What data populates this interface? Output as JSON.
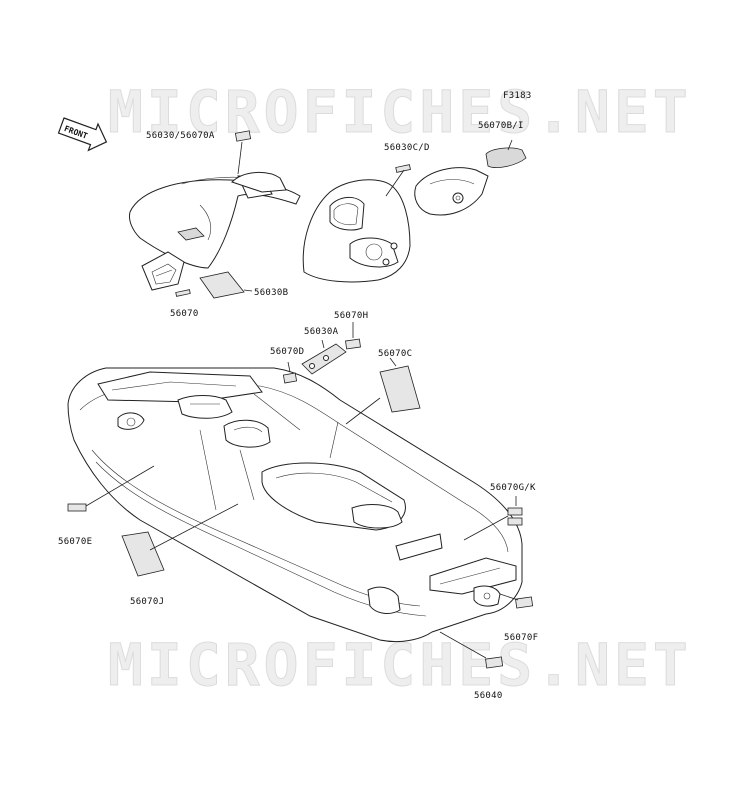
{
  "figure_code": "F3183",
  "watermark_top": "MICROFICHES.NET",
  "watermark_bottom": "MICROFICHES.NET",
  "front_marker": "FRONT",
  "parts": [
    {
      "id": "56030-56070A",
      "label": "56030/56070A"
    },
    {
      "id": "56030CD",
      "label": "56030C/D"
    },
    {
      "id": "56070BI",
      "label": "56070B/I"
    },
    {
      "id": "56030B",
      "label": "56030B"
    },
    {
      "id": "56070",
      "label": "56070"
    },
    {
      "id": "56070H",
      "label": "56070H"
    },
    {
      "id": "56030A",
      "label": "56030A"
    },
    {
      "id": "56070D",
      "label": "56070D"
    },
    {
      "id": "56070C",
      "label": "56070C"
    },
    {
      "id": "56070GK",
      "label": "56070G/K"
    },
    {
      "id": "56070E",
      "label": "56070E"
    },
    {
      "id": "56070J",
      "label": "56070J"
    },
    {
      "id": "56070F",
      "label": "56070F"
    },
    {
      "id": "56040",
      "label": "56040"
    }
  ],
  "colors": {
    "line": "#222222",
    "watermark": "#e0e0e0",
    "decal_fill": "#e6e6e6"
  }
}
